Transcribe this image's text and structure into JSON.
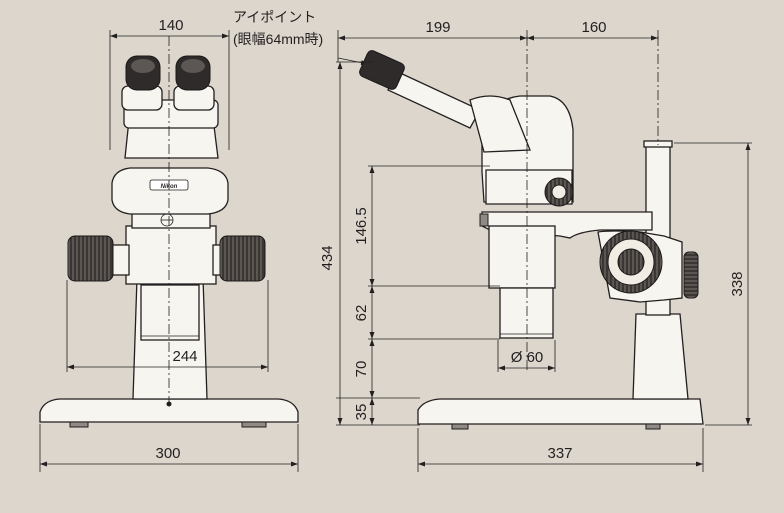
{
  "front_view": {
    "dims": {
      "top_width": "140",
      "knob_span": "244",
      "base_width": "300"
    },
    "nikon_label": "Nikon"
  },
  "eyepoint_note": {
    "line1": "アイポイント",
    "line2": "(眼幅64mm時)"
  },
  "side_view": {
    "dims": {
      "eyepoint_horizontal": "199",
      "pole_offset": "160",
      "total_height": "434",
      "body_height": "146.5",
      "objective_height": "62",
      "working_distance": "70",
      "base_height": "35",
      "objective_diameter": "Ø 60",
      "stand_height": "338",
      "base_length": "337"
    }
  },
  "colors": {
    "background": "#dcd6cc",
    "body_white": "#f7f5ef",
    "knob_dark": "#2e2b2a",
    "line": "#231f20"
  }
}
